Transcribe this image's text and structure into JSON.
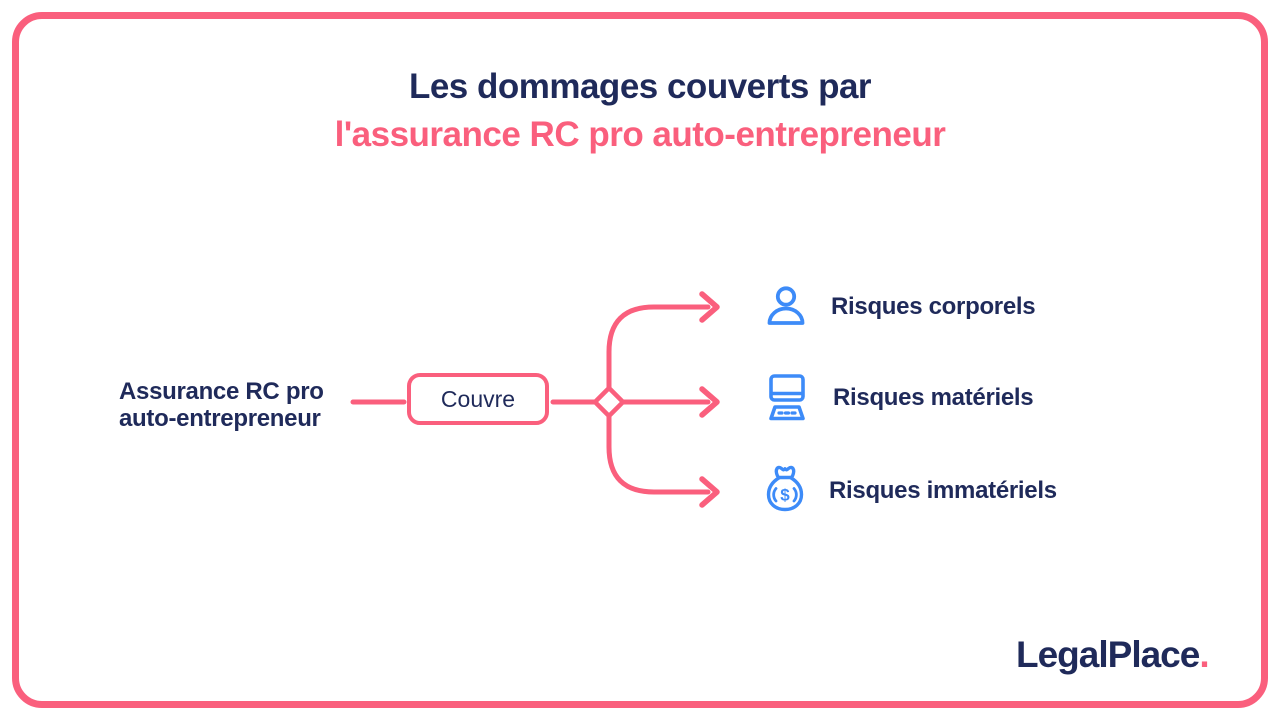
{
  "colors": {
    "navy": "#1f2a5a",
    "pink": "#fa5f7d",
    "blue": "#3d8bf8",
    "background": "#ffffff"
  },
  "title": {
    "line1": "Les dommages couverts par",
    "line2": "l'assurance RC pro auto-entrepreneur"
  },
  "diagram": {
    "source": {
      "line1": "Assurance RC pro",
      "line2": "auto-entrepreneur"
    },
    "connector_label": "Couvre",
    "branches": [
      {
        "icon": "person-icon",
        "label": "Risques corporels"
      },
      {
        "icon": "laptop-icon",
        "label": "Risques matériels"
      },
      {
        "icon": "money-bag-icon",
        "label": "Risques immatériels"
      }
    ]
  },
  "footer": {
    "brand_name": "LegalPlace",
    "brand_dot": "."
  }
}
